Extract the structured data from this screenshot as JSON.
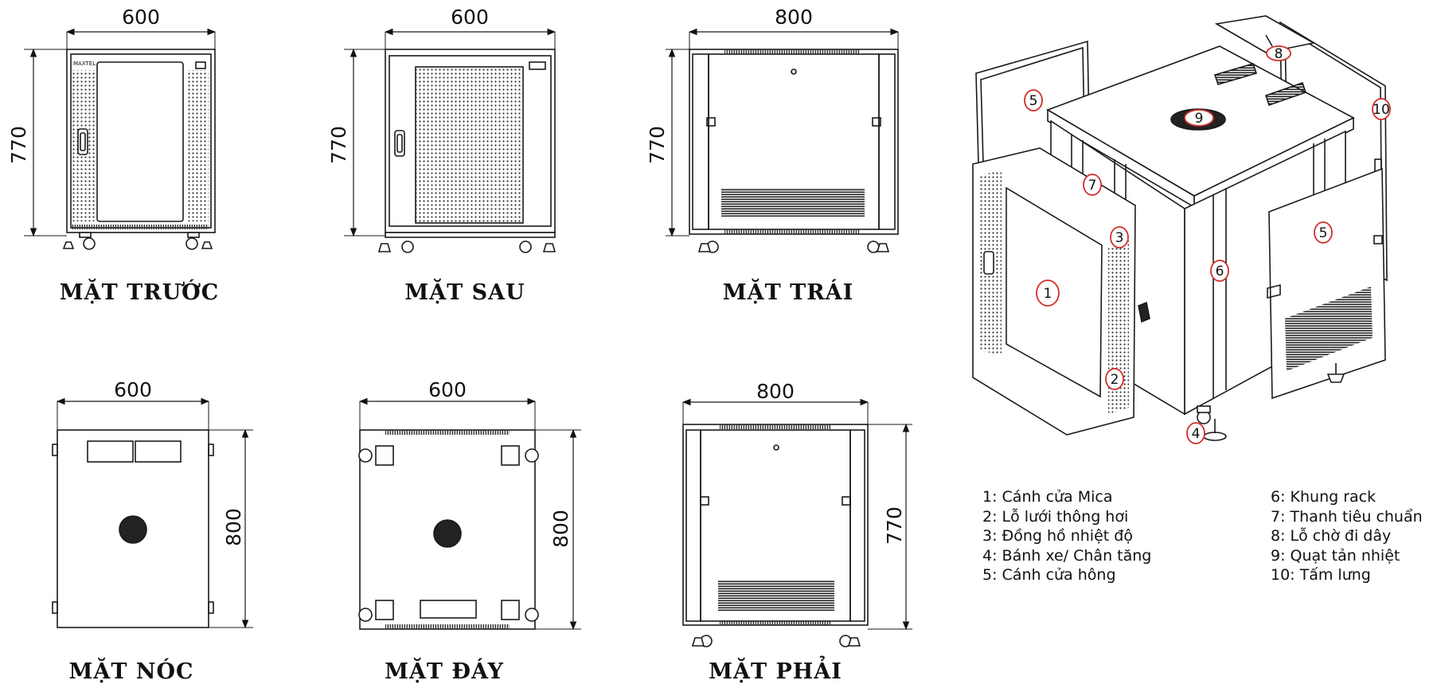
{
  "views": {
    "front": {
      "title": "MẶT TRƯỚC",
      "width_label": "600",
      "height_label": "770",
      "brand": "MAXTEL"
    },
    "rear": {
      "title": "MẶT SAU",
      "width_label": "600",
      "height_label": "770"
    },
    "left": {
      "title": "MẶT TRÁI",
      "width_label": "800",
      "height_label": "770"
    },
    "top": {
      "title": "MẶT NÓC",
      "width_label": "600",
      "height_label": "800"
    },
    "bottom": {
      "title": "MẶT ĐÁY",
      "width_label": "600",
      "height_label": "800"
    },
    "right": {
      "title": "MẶT PHẢI",
      "width_label": "800",
      "height_label": "770"
    }
  },
  "callouts": [
    "1",
    "2",
    "3",
    "4",
    "5",
    "5",
    "6",
    "7",
    "8",
    "9",
    "10"
  ],
  "legend": {
    "left": [
      "1: Cánh cửa Mica",
      "2: Lỗ lưới thông hơi",
      "3: Đồng hồ nhiệt độ",
      "4: Bánh xe/ Chân tăng",
      "5: Cánh cửa hông"
    ],
    "right": [
      "6: Khung rack",
      "7: Thanh tiêu chuẩn",
      "8: Lỗ chờ đi dây",
      "9: Quạt tản nhiệt",
      "10: Tấm lưng"
    ]
  },
  "colors": {
    "line": "#1a1a1a",
    "callout": "#d0302a"
  }
}
